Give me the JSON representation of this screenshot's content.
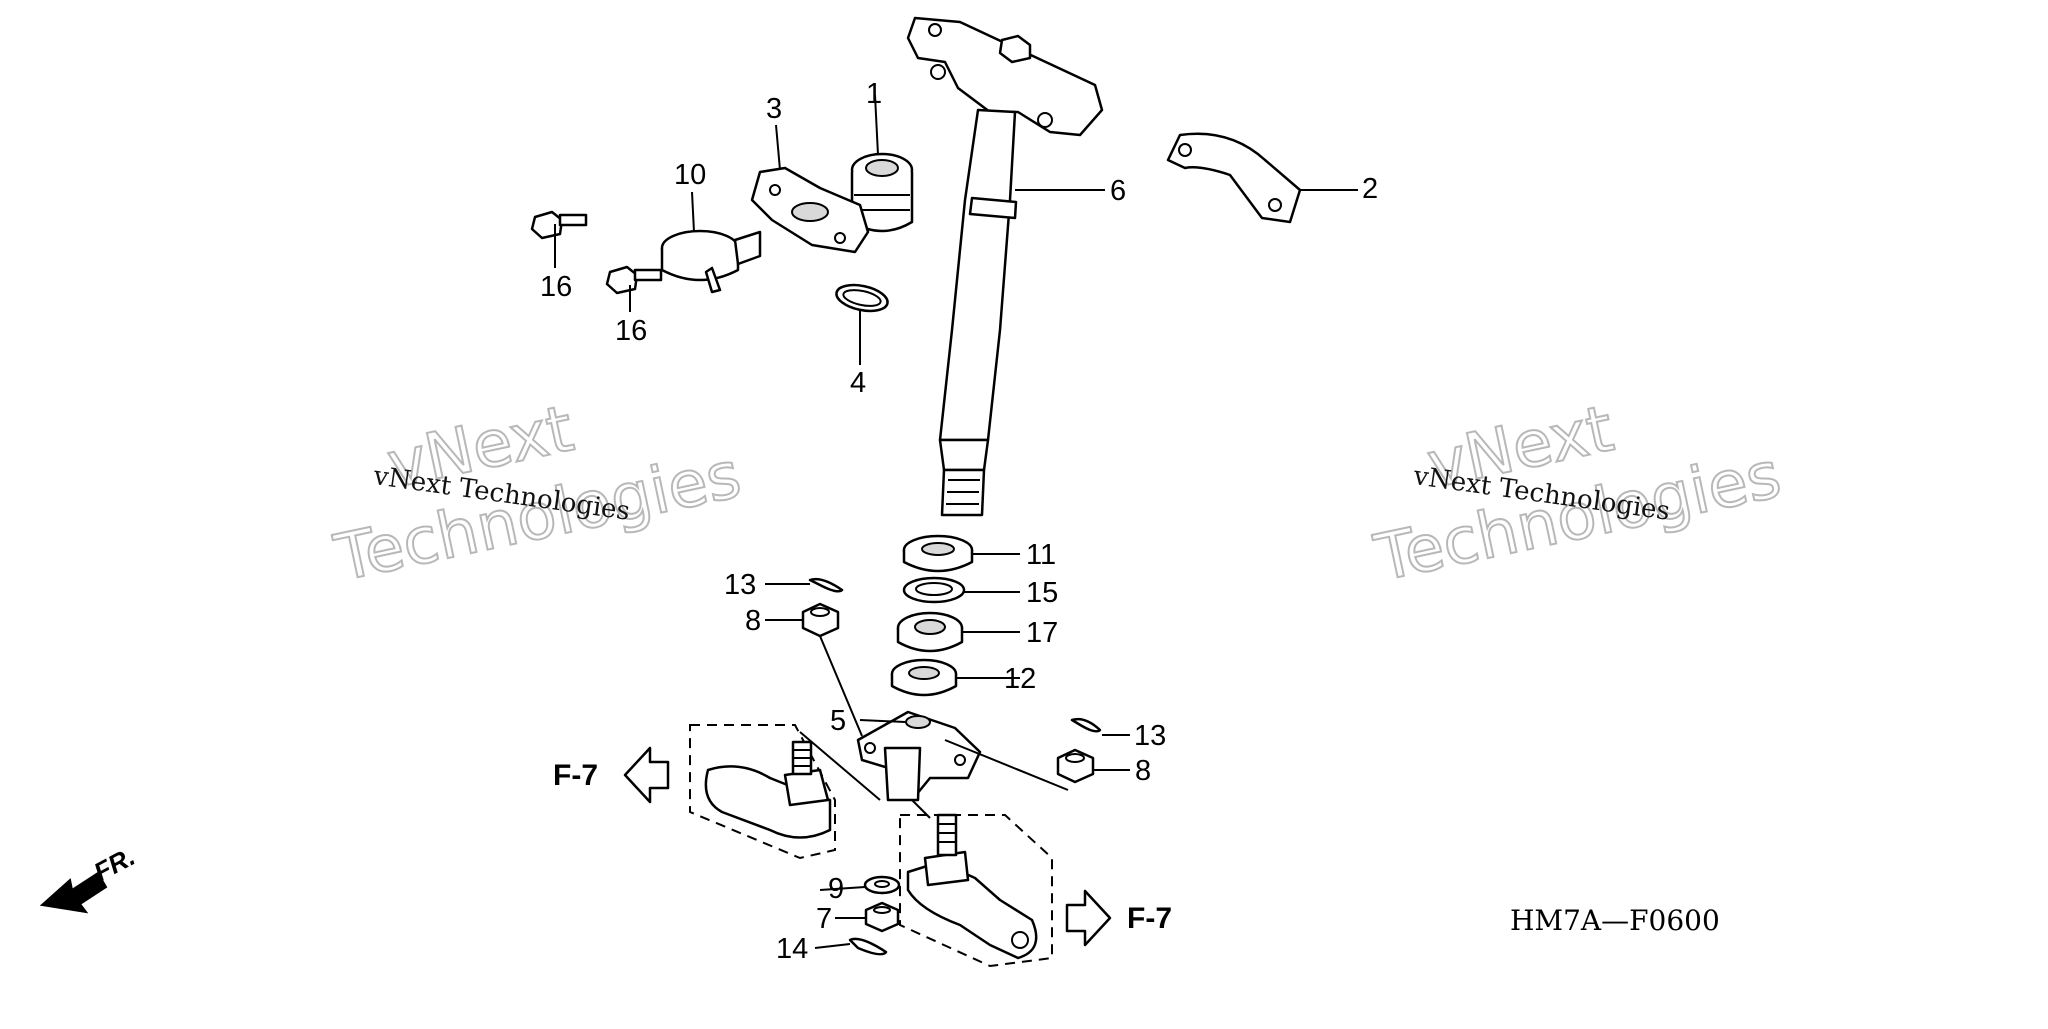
{
  "diagram": {
    "callouts": [
      {
        "id": "c1",
        "label": "1"
      },
      {
        "id": "c2",
        "label": "2"
      },
      {
        "id": "c3",
        "label": "3"
      },
      {
        "id": "c4",
        "label": "4"
      },
      {
        "id": "c5",
        "label": "5"
      },
      {
        "id": "c6",
        "label": "6"
      },
      {
        "id": "c7",
        "label": "7"
      },
      {
        "id": "c8a",
        "label": "8"
      },
      {
        "id": "c8b",
        "label": "8"
      },
      {
        "id": "c9",
        "label": "9"
      },
      {
        "id": "c10",
        "label": "10"
      },
      {
        "id": "c11",
        "label": "11"
      },
      {
        "id": "c12",
        "label": "12"
      },
      {
        "id": "c13a",
        "label": "13"
      },
      {
        "id": "c13b",
        "label": "13"
      },
      {
        "id": "c14",
        "label": "14"
      },
      {
        "id": "c15",
        "label": "15"
      },
      {
        "id": "c16a",
        "label": "16"
      },
      {
        "id": "c16b",
        "label": "16"
      },
      {
        "id": "c17",
        "label": "17"
      }
    ],
    "references": {
      "left_ref": "F-7",
      "right_ref": "F-7"
    },
    "front_indicator": "FR.",
    "drawing_code": "HM7A—F0600",
    "watermark": {
      "small_text": "vNext Technologies",
      "big_line1": "vNext",
      "big_line2": "Technologies"
    }
  }
}
